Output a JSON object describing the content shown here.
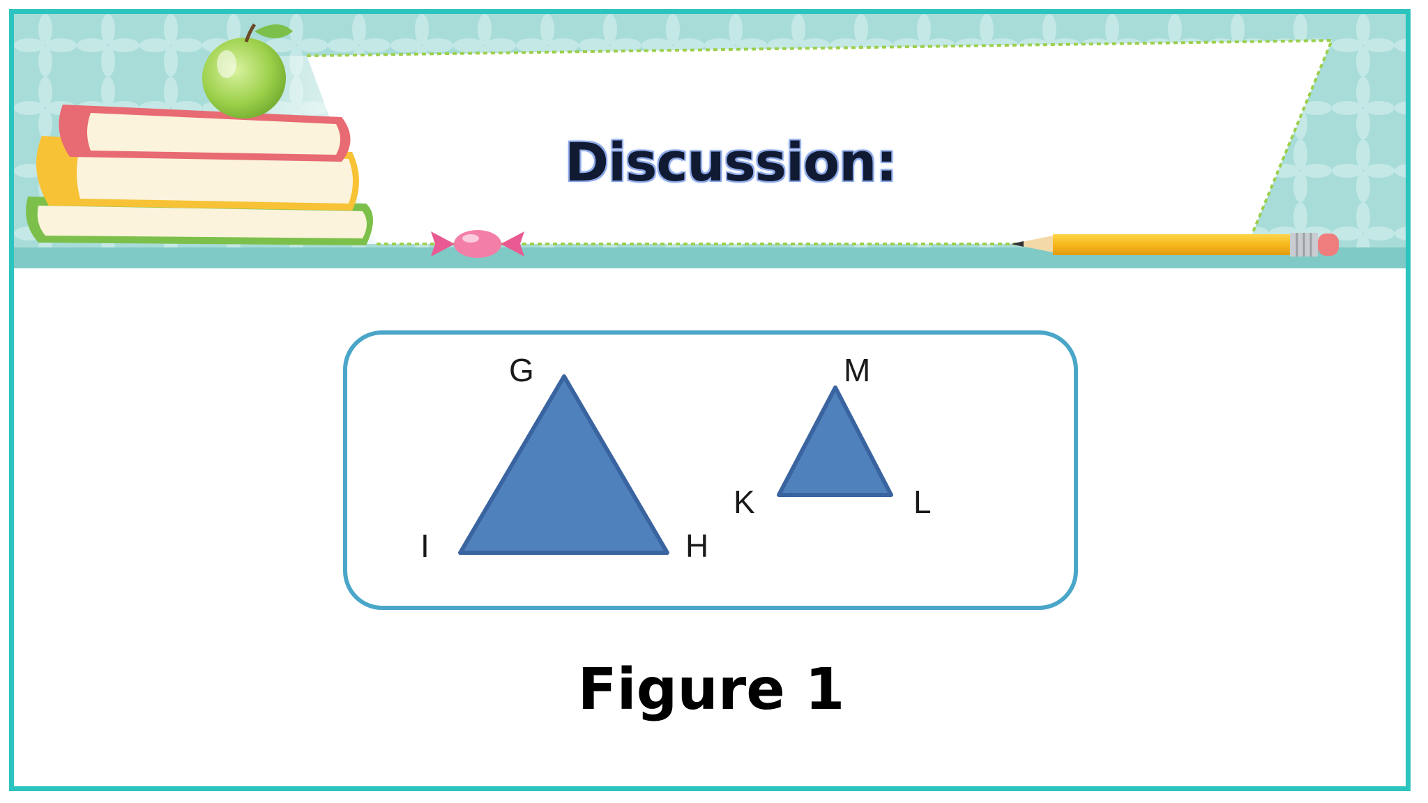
{
  "header": {
    "title": "Discussion:"
  },
  "decorations": {
    "items": [
      "books-stack-icon",
      "apple-icon",
      "candy-icon",
      "pencil-icon"
    ]
  },
  "diagram": {
    "triangles": [
      {
        "name": "triangle-GHI",
        "vertices": [
          "G",
          "H",
          "I"
        ],
        "fill": "#4f81bd",
        "stroke": "#3a64a0"
      },
      {
        "name": "triangle-MKL",
        "vertices": [
          "M",
          "K",
          "L"
        ],
        "fill": "#4f81bd",
        "stroke": "#3a64a0"
      }
    ],
    "labels": {
      "G": "G",
      "H": "H",
      "I": "I",
      "M": "M",
      "K": "K",
      "L": "L"
    }
  },
  "caption": "Figure 1",
  "colors": {
    "border": "#2cc4bf",
    "box_border": "#4aa6c8",
    "triangle_fill": "#4f81bd",
    "banner_teal": "#a9dcd9"
  }
}
